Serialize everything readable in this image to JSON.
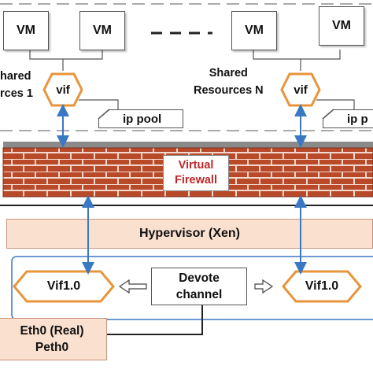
{
  "vms": [
    "VM",
    "VM",
    "VM",
    "VM"
  ],
  "shared_resources_left": [
    "hared",
    "rces 1"
  ],
  "shared_resources_right": [
    "Shared",
    "Resources N"
  ],
  "vif_labels": [
    "vif",
    "vif"
  ],
  "ip_pool_labels": [
    "ip pool",
    "ip p"
  ],
  "firewall": [
    "Virtual",
    "Firewall"
  ],
  "hypervisor": "Hypervisor (Xen)",
  "vif_bottom": [
    "Vif1.0",
    "Vif1.0"
  ],
  "devote_channel": [
    "Devote",
    "channel"
  ],
  "eth": [
    "Eth0 (Real)",
    "Peth0"
  ],
  "colors": {
    "brick": "#b84a2a",
    "firewall_text": "#c0282b",
    "hypervisor_fill": "#fae0cf",
    "hypervisor_border": "#c9957a",
    "hex_border": "#e8943a",
    "arrow": "#3a78c4",
    "dash": "#aaaaaa"
  }
}
